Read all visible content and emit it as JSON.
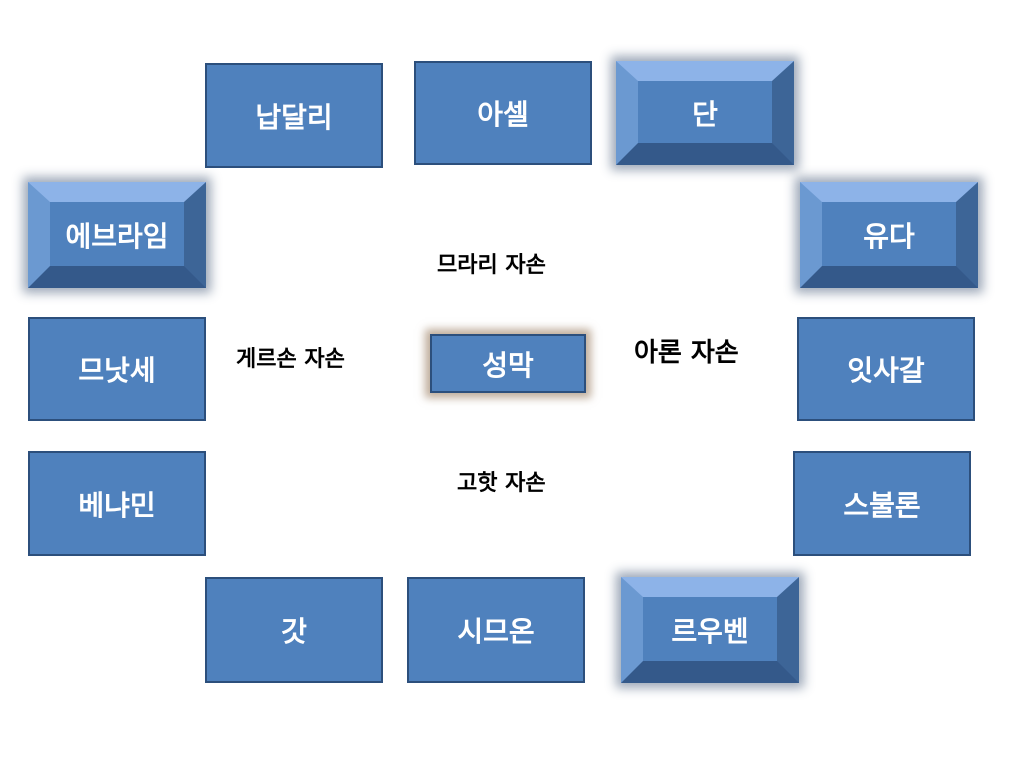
{
  "tribes": {
    "naphtali": "납달리",
    "asher": "아셀",
    "dan": "단",
    "ephraim": "에브라임",
    "judah": "유다",
    "manasseh": "므낫세",
    "issachar": "잇사갈",
    "benjamin": "베냐민",
    "zebulun": "스불론",
    "gad": "갓",
    "simeon": "시므온",
    "reuben": "르우벤"
  },
  "center": {
    "tabernacle": "성막"
  },
  "levites": {
    "merari": "므라리 자손",
    "gershon": "게르손 자손",
    "aaron": "아론 자손",
    "kohath": "고핫 자손"
  },
  "colors": {
    "box_fill": "#4f81bd",
    "box_border": "#2c4f7c",
    "bevel_highlight": "#8db3e8",
    "center_glow": "#96785a"
  }
}
